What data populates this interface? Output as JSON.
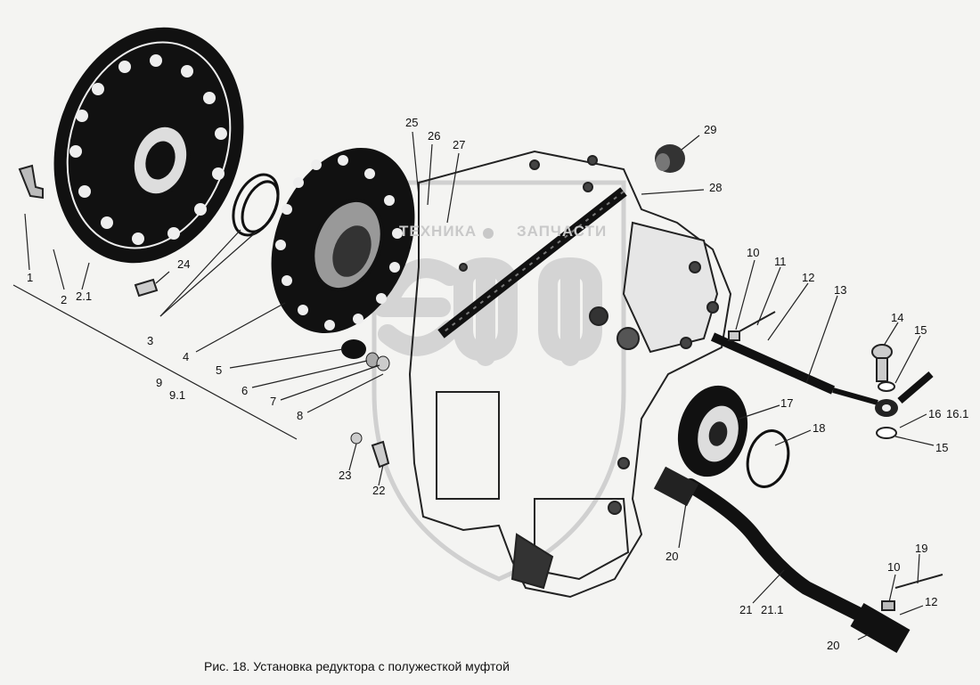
{
  "caption": "Рис. 18. Установка редуктора с полужесткой муфтой",
  "watermark": {
    "left_word": "ТЕХНИКА",
    "right_word": "ЗАПЧАСТИ",
    "logo_text": "ЭПФ"
  },
  "callouts": [
    "1",
    "2",
    "2.1",
    "24",
    "3",
    "4",
    "5",
    "6",
    "7",
    "8",
    "9",
    "9.1",
    "23",
    "22",
    "25",
    "26",
    "27",
    "29",
    "28",
    "10",
    "11",
    "12",
    "13",
    "14",
    "15",
    "16",
    "16.1",
    "15",
    "17",
    "18",
    "20",
    "19",
    "10",
    "12",
    "21",
    "21.1",
    "20"
  ]
}
